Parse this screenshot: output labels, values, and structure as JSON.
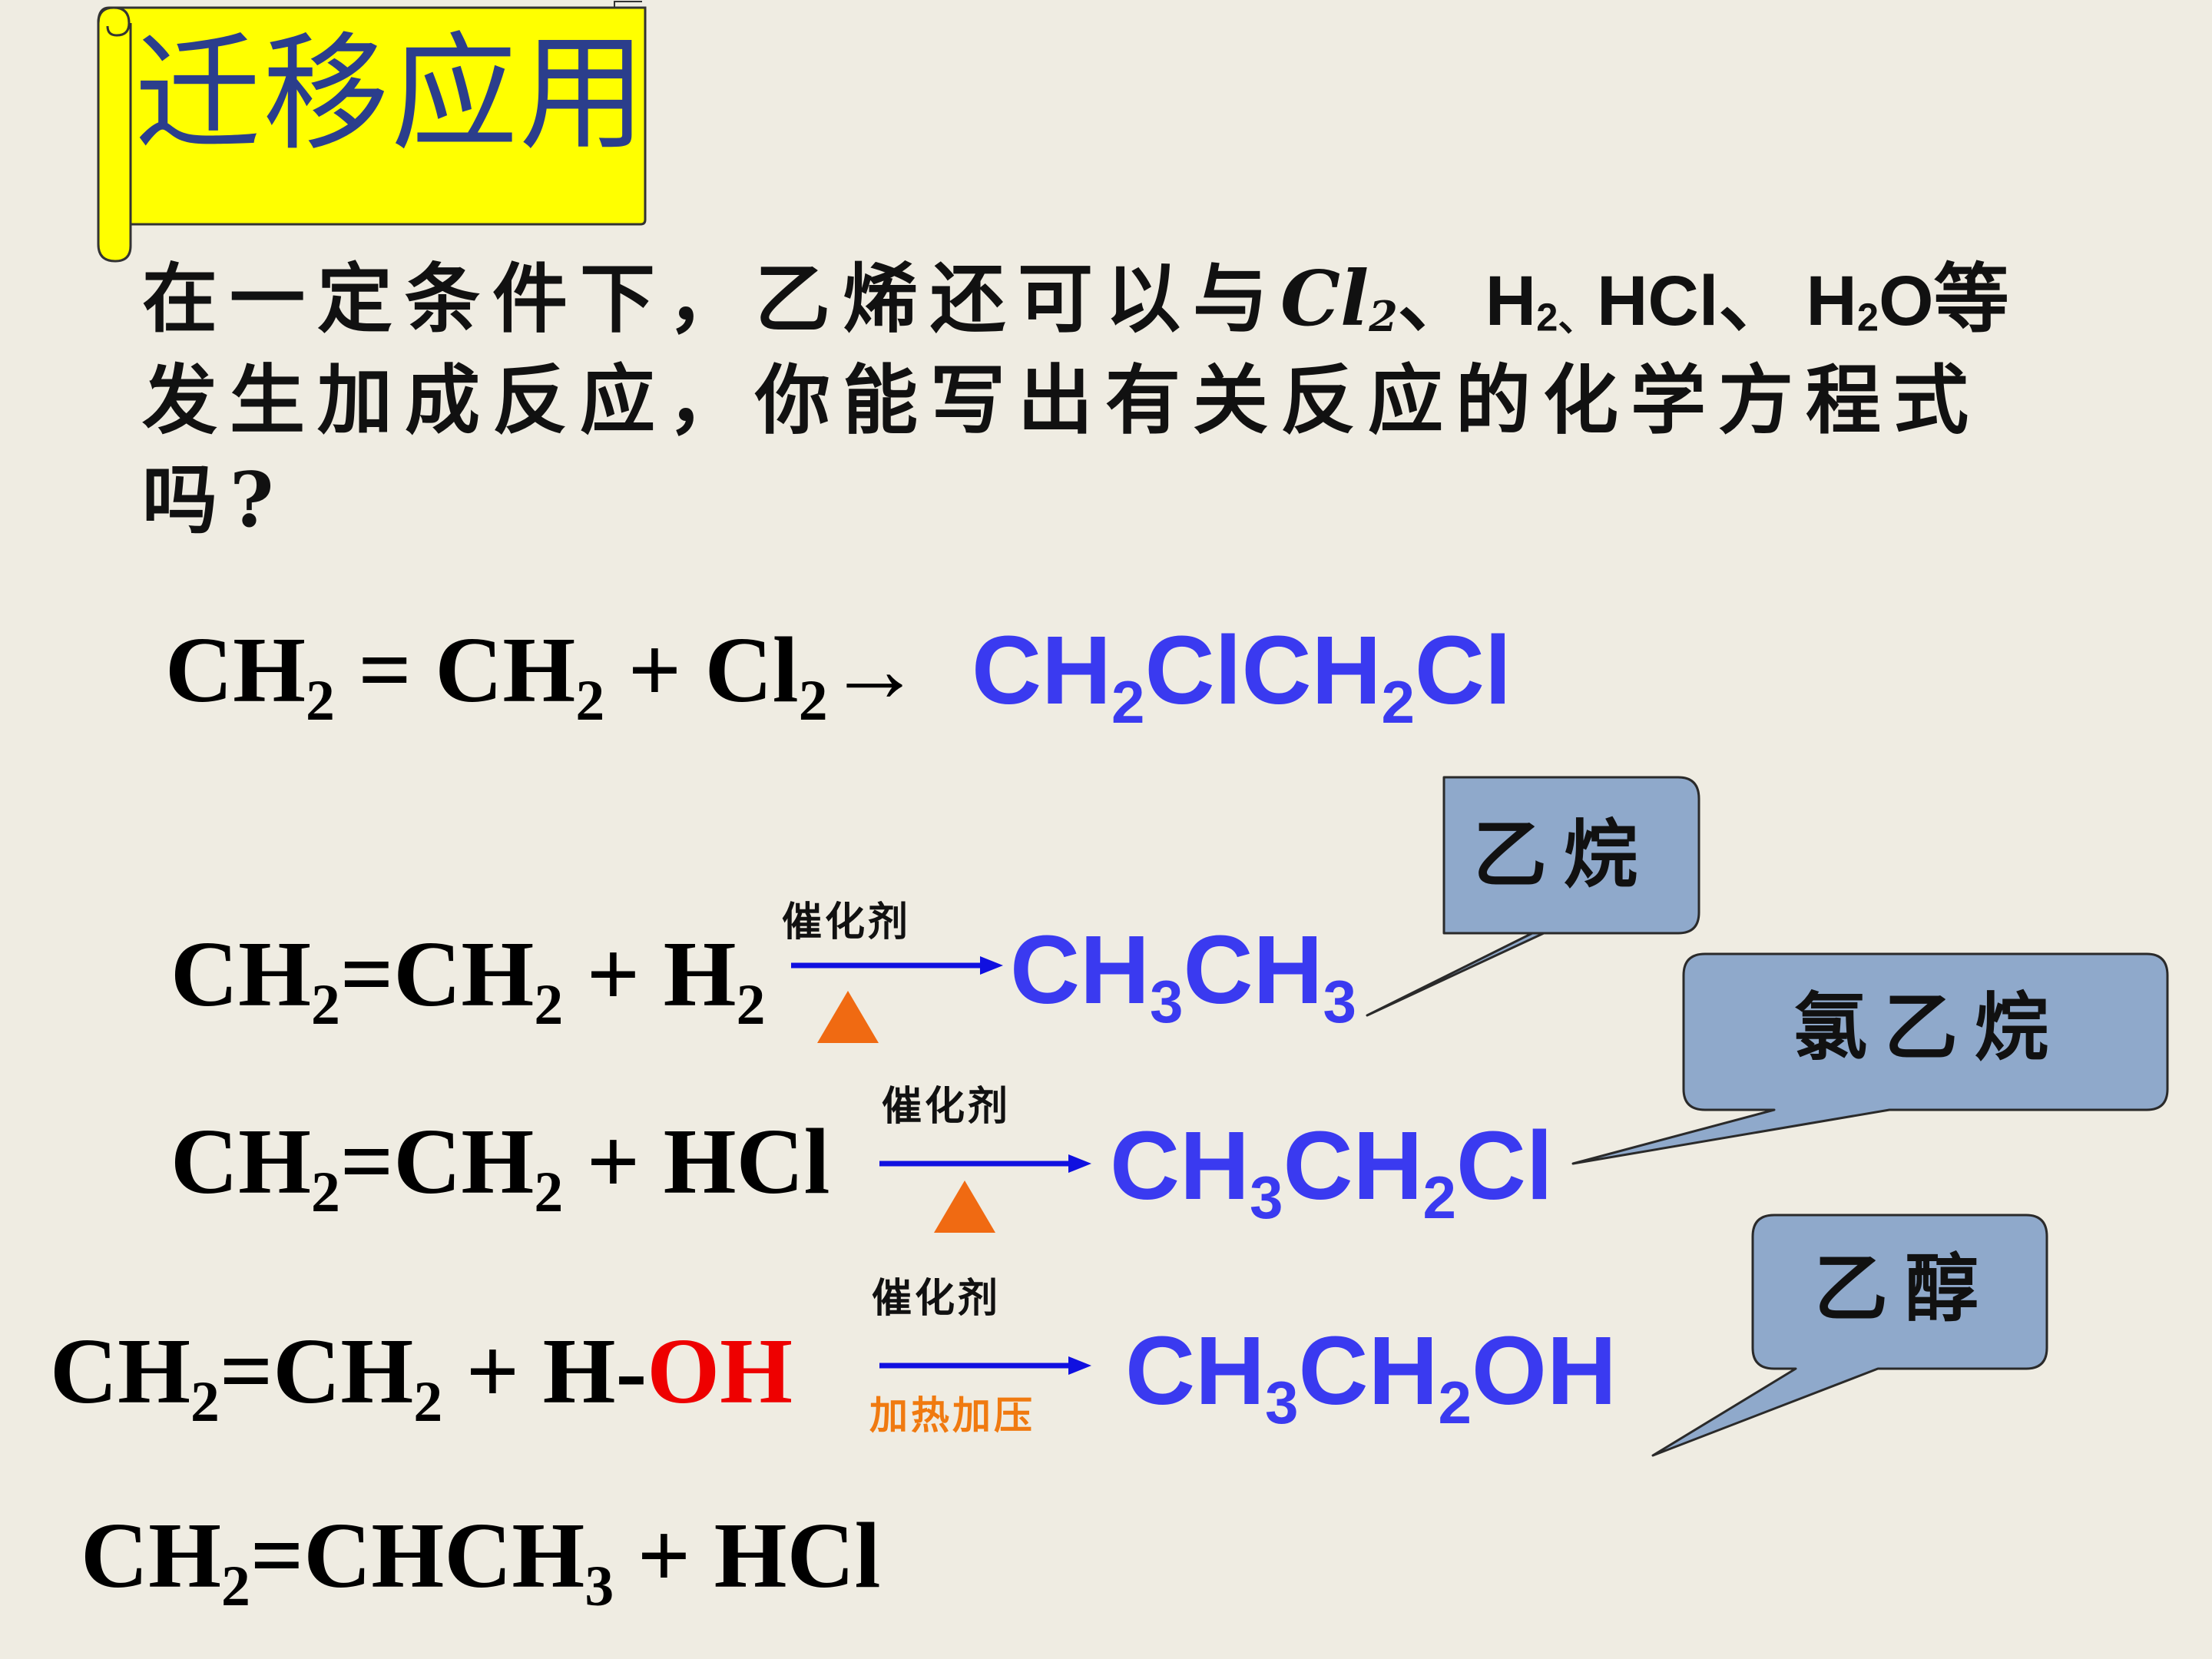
{
  "title": "迁移应用",
  "question": {
    "line1_a": "在一定条件下，乙烯还可以与",
    "line1_cl": "Cl",
    "line1_cl_sub": "2",
    "line1_sep1": "、",
    "line1_h": "H",
    "line1_h_sub": "2、",
    "line1_hcl": "HCl",
    "line1_sep2": "、",
    "line1_h2o_h": "H",
    "line1_h2o_sub": "2",
    "line1_h2o_o": "O",
    "line1_end": "等",
    "line2": "发生加成反应，你能写出有关反应的化学方程式",
    "line3": "吗?"
  },
  "equations": {
    "eq1": {
      "r1": "CH",
      "r1_sub": "2",
      "r2": " = CH",
      "r2_sub": "2",
      "r3": " + Cl",
      "r3_sub": "2",
      "arrow": "→",
      "p1": "CH",
      "p1_sub": "2",
      "p2": "ClCH",
      "p2_sub": "2",
      "p3": "Cl"
    },
    "eq2": {
      "r1": "CH",
      "r1_sub": "2",
      "r2": "=CH",
      "r2_sub": "2",
      "r3": " + H",
      "r3_sub": "2",
      "cond_top": "催化剂",
      "p1": "CH",
      "p1_sub": "3",
      "p2": "CH",
      "p2_sub": "3"
    },
    "eq3": {
      "r1": "CH",
      "r1_sub": "2",
      "r2": "=CH",
      "r2_sub": "2",
      "r3": " + HCl",
      "cond_top": "催化剂",
      "p1": "CH",
      "p1_sub": "3",
      "p2": "CH",
      "p2_sub": "2",
      "p3": "Cl"
    },
    "eq4": {
      "r1": "CH",
      "r1_sub": "2",
      "r2": "=CH",
      "r2_sub": "2",
      "r3": " + H-",
      "r3_red": "OH",
      "cond_top": "催化剂",
      "cond_bottom": "加热加压",
      "p1": "CH",
      "p1_sub": "3",
      "p2": "CH",
      "p2_sub": "2",
      "p3": "OH"
    },
    "eq5": {
      "r1": "CH",
      "r1_sub": "2",
      "r2": "=CHCH",
      "r2_sub": "3",
      "r3": " + HCl"
    }
  },
  "callouts": {
    "ethane": "乙烷",
    "chloroethane": "氯乙烷",
    "ethanol": "乙醇"
  },
  "colors": {
    "background": "#EFECE2",
    "title_bg": "#FFFF00",
    "title_text": "#2B3E8C",
    "product": "#3A3AF0",
    "arrow": "#1010E0",
    "callout_fill": "#8FA9CB",
    "triangle": "#F06A12",
    "oh_red": "#EE0000"
  }
}
